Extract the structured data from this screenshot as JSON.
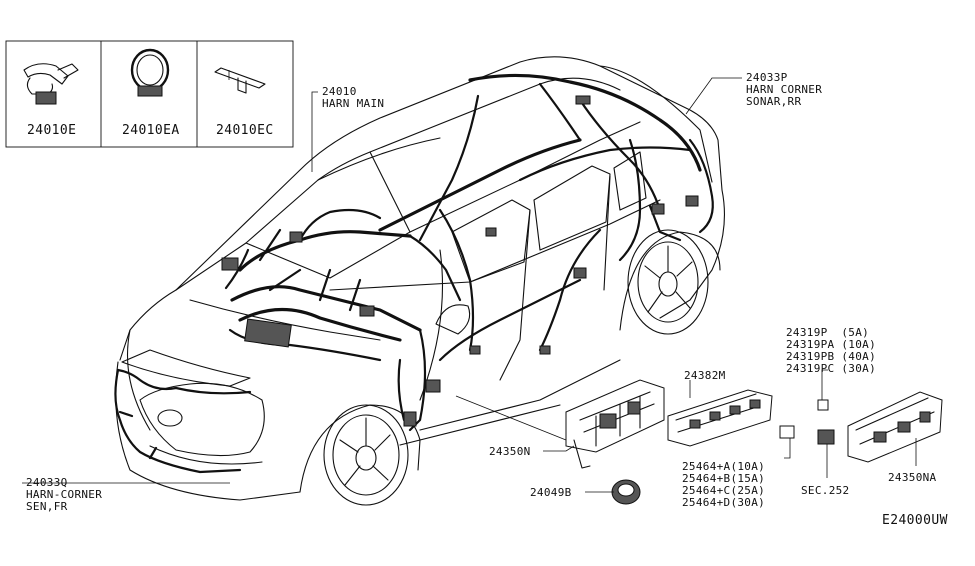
{
  "diagram_code": "E24000UW",
  "inset_boxes": [
    {
      "part_no": "24010E"
    },
    {
      "part_no": "24010EA"
    },
    {
      "part_no": "24010EC"
    }
  ],
  "callouts": {
    "harn_main": {
      "part_no": "24010",
      "desc": "HARN MAIN"
    },
    "harn_corner_rr": {
      "part_no": "24033P",
      "desc1": "HARN CORNER",
      "desc2": "SONAR,RR"
    },
    "harn_corner_fr": {
      "part_no": "24033Q",
      "desc1": "HARN-CORNER",
      "desc2": "SEN,FR"
    },
    "fuse_block_mid": {
      "part_no": "24382M"
    },
    "bracket_main": {
      "part_no": "24350N"
    },
    "grommet": {
      "part_no": "24049B"
    },
    "fuse_block_right": {
      "part_no": "24350NA"
    },
    "sec_ref": {
      "part_no": "SEC.252"
    }
  },
  "fuse_list_top": [
    "24319P  (5A)",
    "24319PA (10A)",
    "24319PB (40A)",
    "24319PC (30A)"
  ],
  "fuse_list_bottom": [
    "25464+A(10A)",
    "25464+B(15A)",
    "25464+C(25A)",
    "25464+D(30A)"
  ]
}
